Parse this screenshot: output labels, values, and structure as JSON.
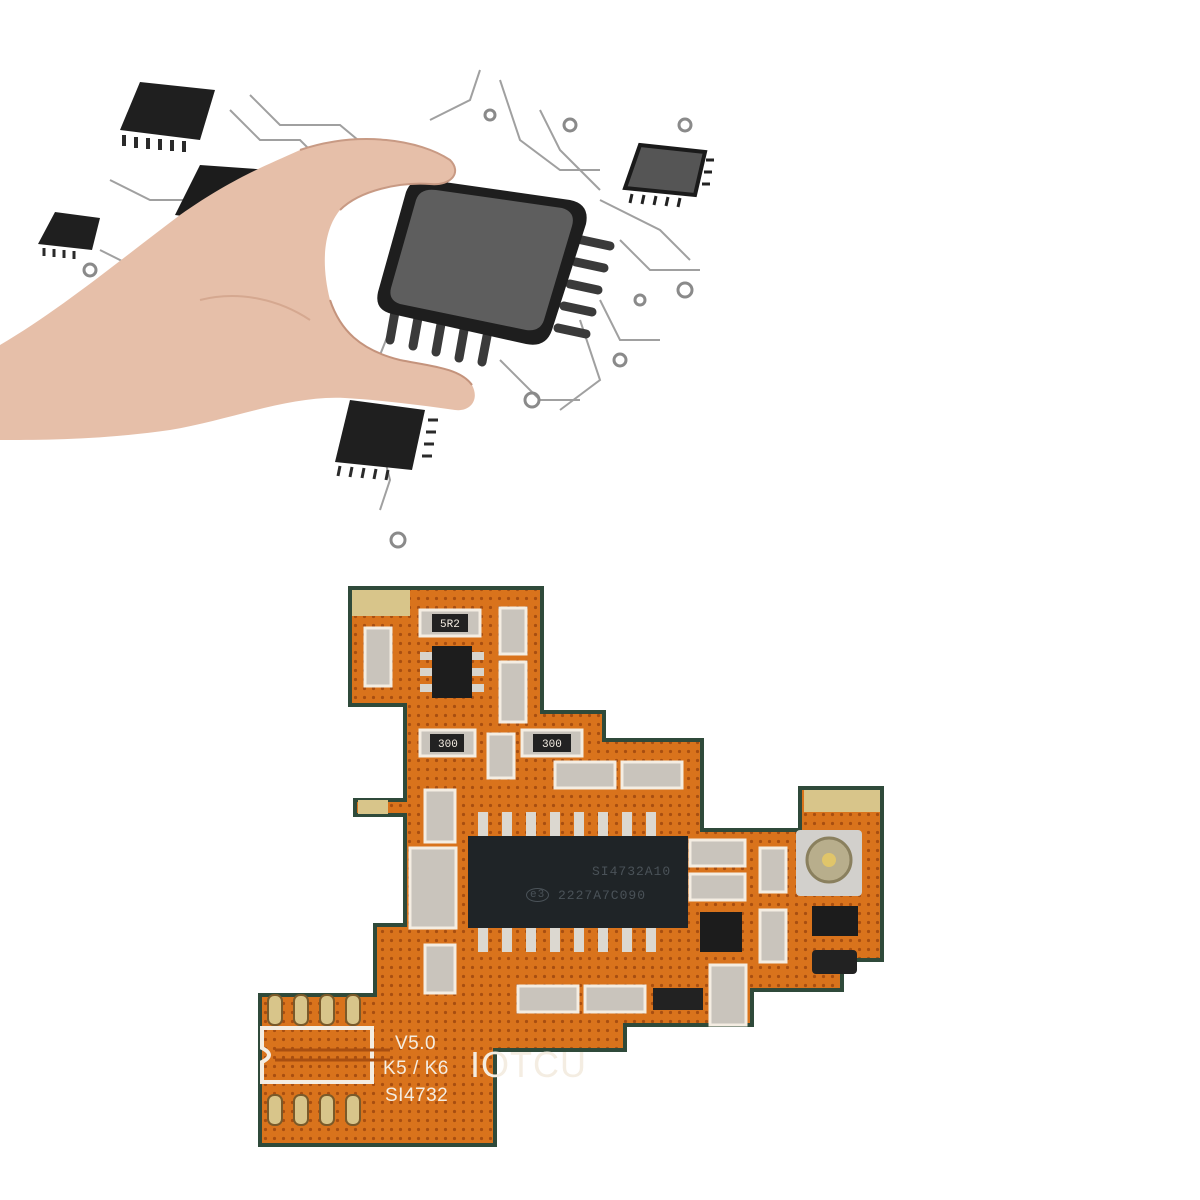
{
  "scene": {
    "background": "#ffffff",
    "top_illustration": {
      "description": "hand holding QFP microchip above circuit trace illustration",
      "skin_color": "#e8c2ae",
      "chip_body_color": "#2a2a2a",
      "chip_top_color": "#5c5c5c",
      "trace_color": "#9a9a9a"
    },
    "pcb_module": {
      "board_color": "#d9731c",
      "solder_mask_edge": "#2f4a3a",
      "pad_gold": "#d8c58a",
      "silk_color": "#f4ede2",
      "labels": {
        "version": "V5.0",
        "model": "K5 / K6",
        "chip": "SI4732",
        "brand": "IOTCU"
      },
      "main_ic": {
        "line1": "SI4732A10",
        "line2": "2227A7C090",
        "logo": "e3"
      },
      "resistor_marks": [
        "5R2",
        "300",
        "300"
      ]
    }
  }
}
